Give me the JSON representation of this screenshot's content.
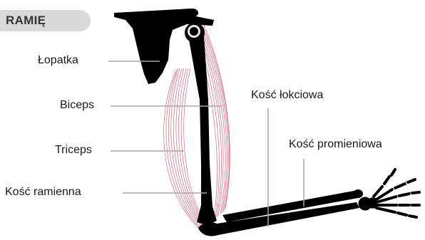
{
  "header": {
    "title": "RAMIĘ"
  },
  "labels": {
    "scapula": "Łopatka",
    "biceps": "Biceps",
    "triceps": "Triceps",
    "humerus": "Kość ramienna",
    "ulna": "Kość łokciowa",
    "radius": "Kość promieniowa"
  },
  "colors": {
    "bone": "#000000",
    "muscle": "#d4526e",
    "leader_line": "#a6a6a6",
    "tab_background": "#d9d9d9"
  }
}
